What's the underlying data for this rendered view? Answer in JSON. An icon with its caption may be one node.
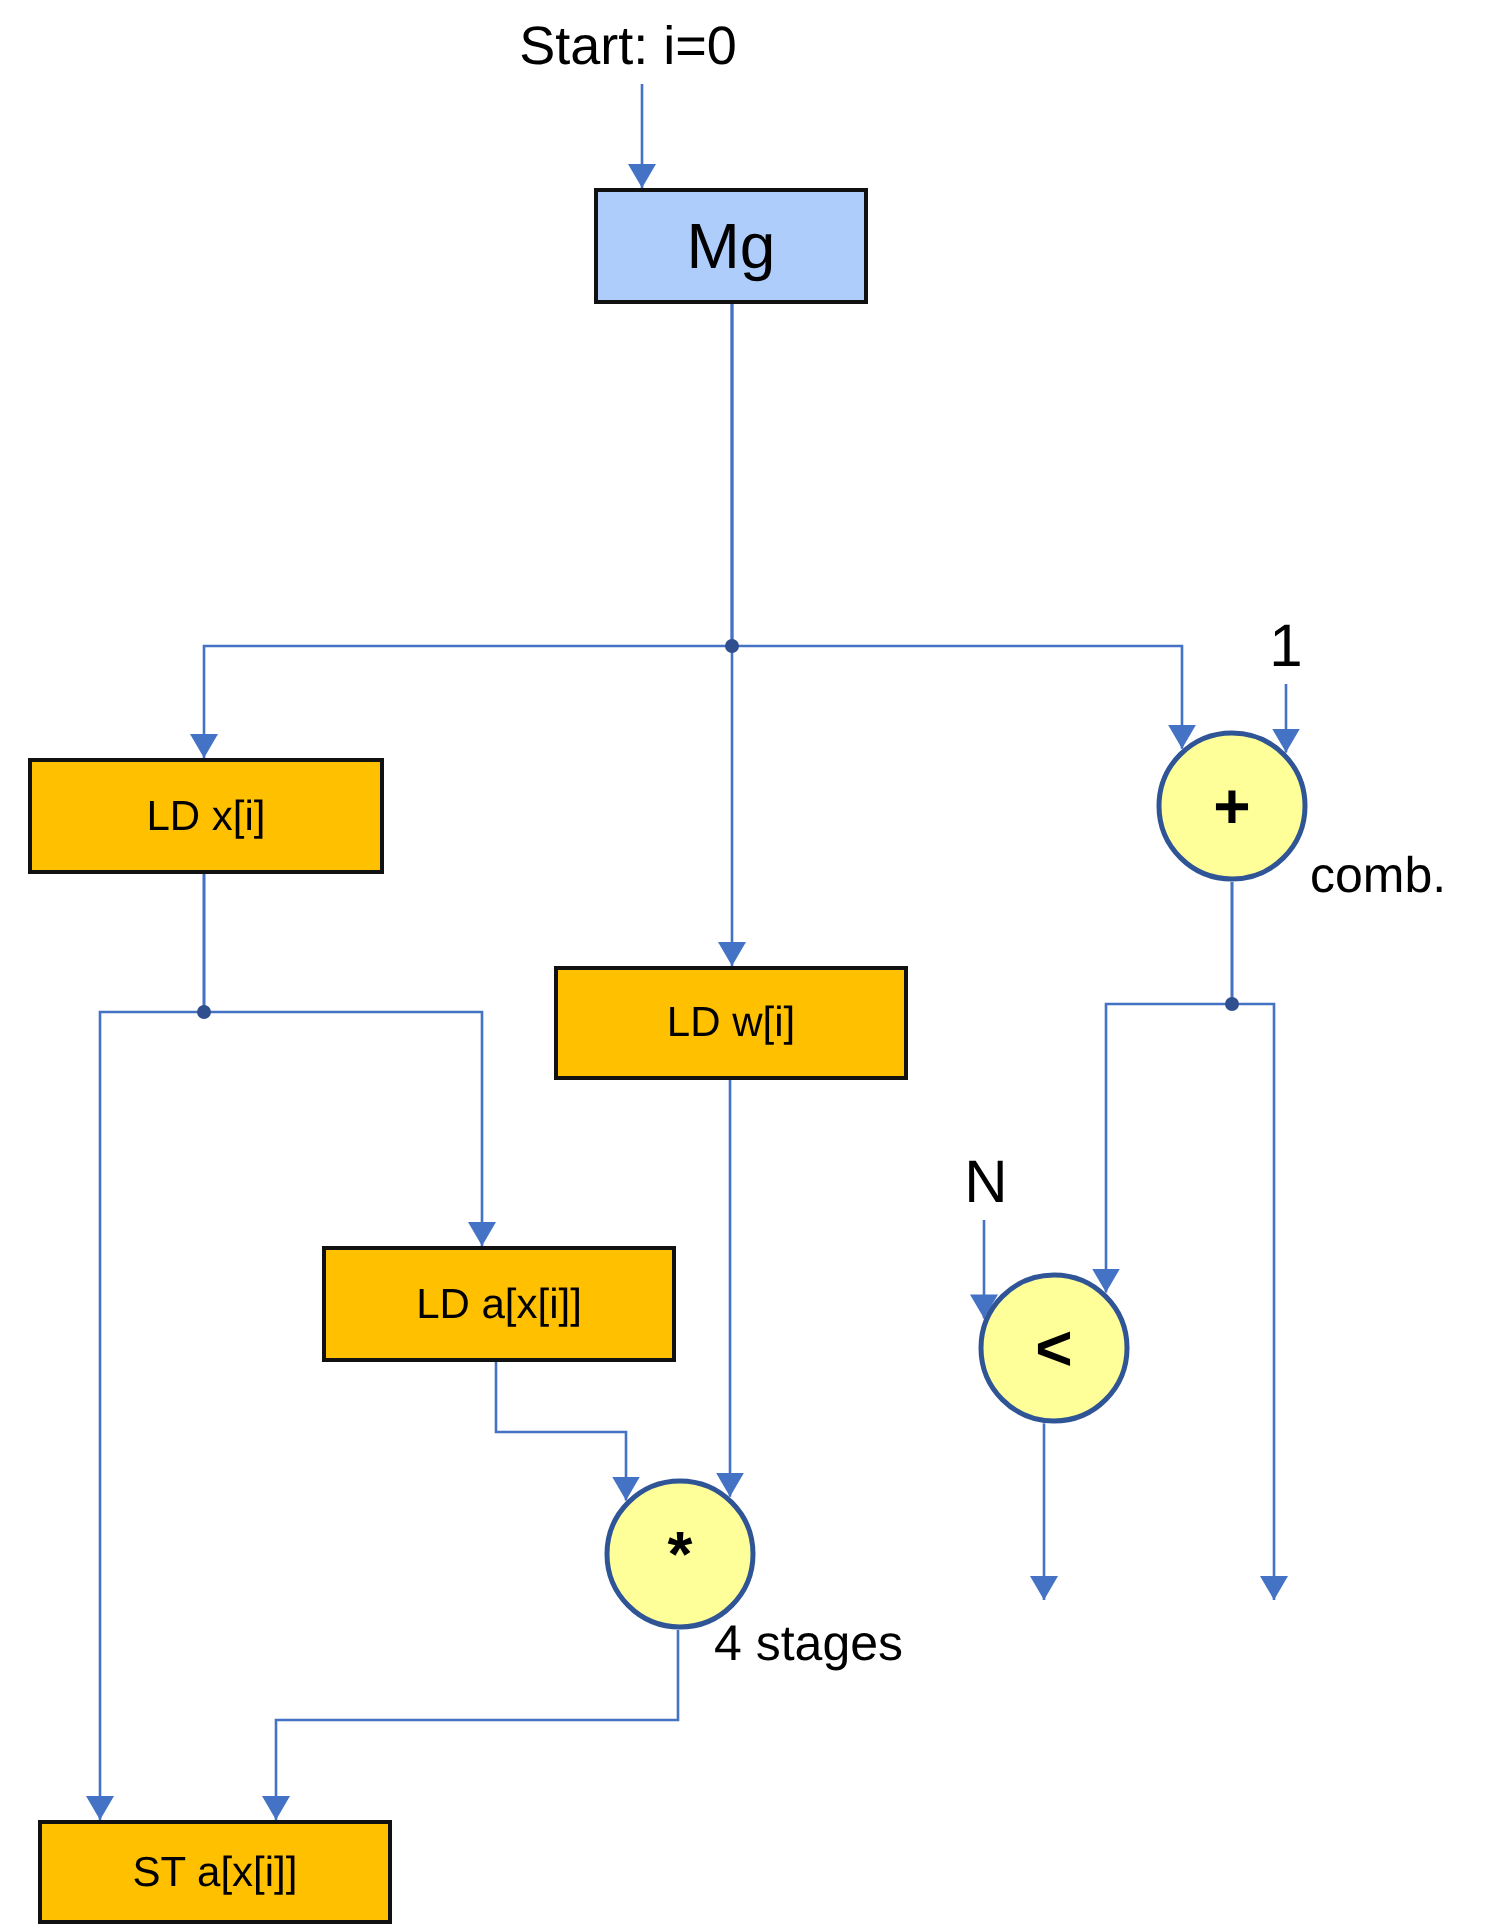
{
  "diagram": {
    "nodes": [
      {
        "text": [
          "Start: i=0"
        ]
      },
      {
        "text": [
          "Mg"
        ]
      },
      {
        "text": [
          "1"
        ]
      },
      {
        "text": [
          "LD x[i]"
        ]
      },
      {
        "text": [
          "+"
        ],
        "beside": [
          "comb."
        ]
      },
      {
        "text": [
          "LD w[i]"
        ]
      },
      {
        "text": [
          "N"
        ]
      },
      {
        "text": [
          "LD a[x[i]]"
        ]
      },
      {
        "text": [
          "<"
        ]
      },
      {
        "text": [
          "*"
        ],
        "beside": [
          "4 stages"
        ]
      },
      {
        "text": [
          "ST a[x[i]]"
        ]
      }
    ],
    "edges": [
      {
        "from": 0,
        "to": 1,
        "arrow": "to"
      },
      {
        "from": 1,
        "to": 3,
        "arrow": "to"
      },
      {
        "from": 1,
        "to": 5,
        "arrow": "to"
      },
      {
        "from": 1,
        "to": 4,
        "arrow": "to"
      },
      {
        "from": 2,
        "to": 4,
        "arrow": "to"
      },
      {
        "from": 3,
        "to": 7,
        "arrow": "to"
      },
      {
        "from": 3,
        "to": 10,
        "arrow": "to"
      },
      {
        "from": 4,
        "to": 8,
        "arrow": "to"
      },
      {
        "from": 4,
        "to": null,
        "arrow": "to"
      },
      {
        "from": 6,
        "to": 8,
        "arrow": "to"
      },
      {
        "from": 7,
        "to": 9,
        "arrow": "to"
      },
      {
        "from": 5,
        "to": 9,
        "arrow": "to"
      },
      {
        "from": 8,
        "to": null,
        "arrow": "to"
      },
      {
        "from": 9,
        "to": 10,
        "arrow": "to"
      }
    ]
  }
}
